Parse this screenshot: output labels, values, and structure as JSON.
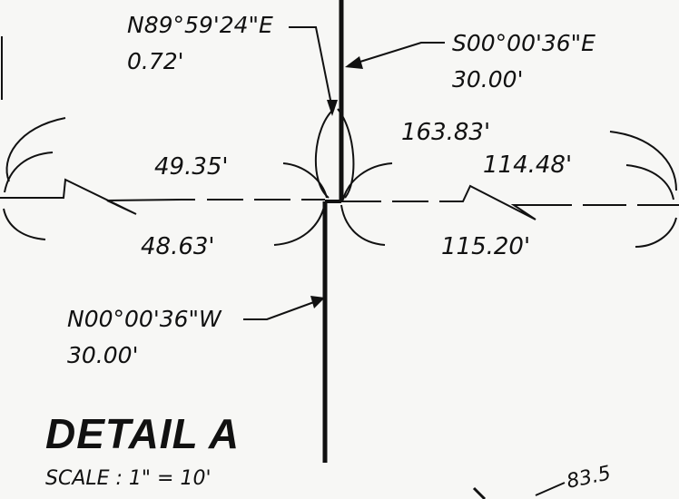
{
  "labels": {
    "bearing_top_left": "N89°59'24\"E",
    "distance_top_left": "0.72'",
    "bearing_top_right": "S00°00'36\"E",
    "distance_top_right": "30.00'",
    "bearing_bottom_left": "N00°00'36\"W",
    "distance_bottom_left": "30.00'",
    "dim_upper_left": "49.35'",
    "dim_lower_left": "48.63'",
    "dim_upper_right_outer": "163.83'",
    "dim_upper_right": "114.48'",
    "dim_lower_right": "115.20'",
    "partial_bottom_right": "83.5"
  },
  "title": {
    "text": "DETAIL A",
    "scale": "SCALE : 1\" = 10'"
  },
  "colors": {
    "ink": "#111111",
    "paper": "#f7f7f5"
  }
}
